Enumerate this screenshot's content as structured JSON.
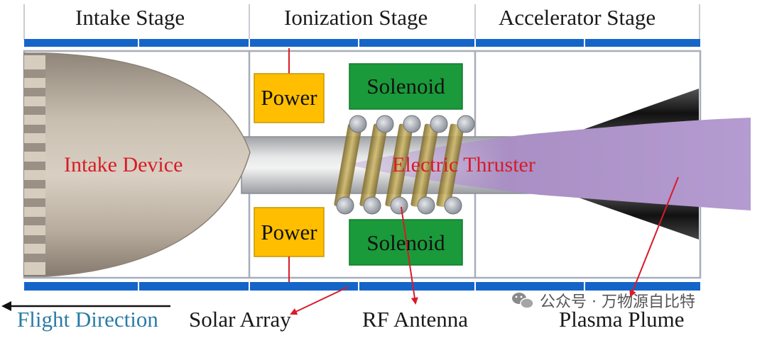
{
  "stages": {
    "intake": "Intake Stage",
    "ionization": "Ionization Stage",
    "accelerator": "Accelerator Stage"
  },
  "components": {
    "power_top": "Power",
    "power_bottom": "Power",
    "solenoid_top": "Solenoid",
    "solenoid_bottom": "Solenoid",
    "intake_device": "Intake Device",
    "electric_thruster": "Electric Thruster"
  },
  "callouts": {
    "flight_direction": "Flight Direction",
    "solar_array": "Solar Array",
    "rf_antenna": "RF Antenna",
    "plasma_plume": "Plasma Plume"
  },
  "watermark": "公众号 · 万物源自比特",
  "colors": {
    "solar_blue": "#1565c9",
    "power_yellow": "#ffbf00",
    "solenoid_green": "#1a9a3a",
    "label_red": "#d81b28",
    "plume_purple": "#a98fc4",
    "flight_teal": "#2a7ca6"
  },
  "icons": {
    "watermark": "wechat-icon"
  }
}
